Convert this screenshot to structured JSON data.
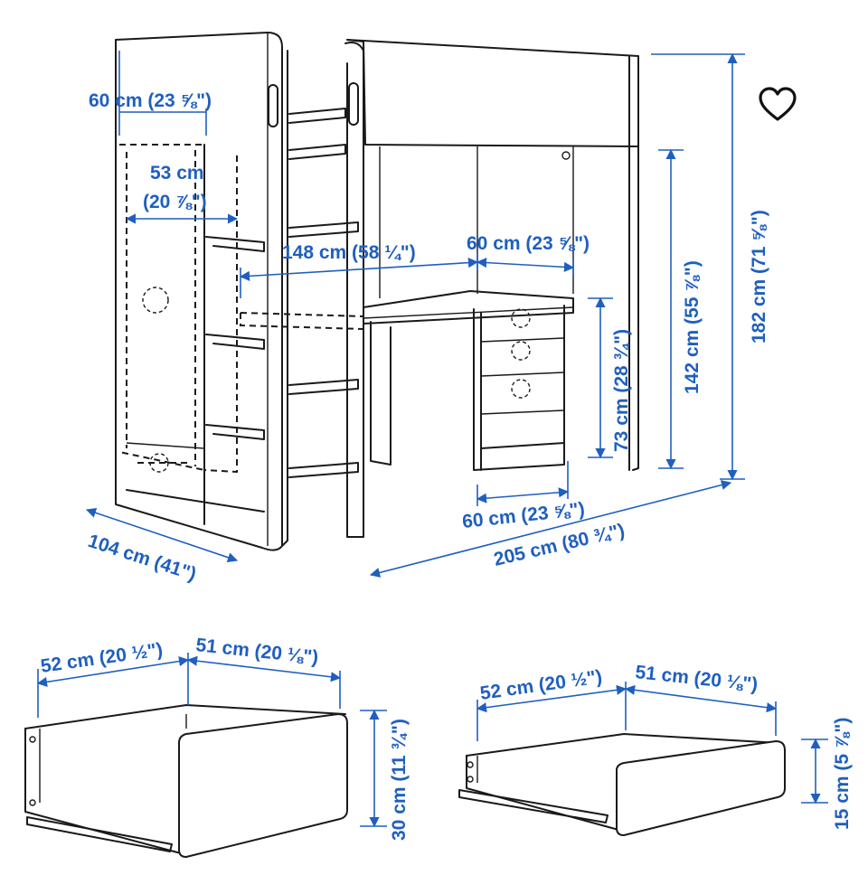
{
  "colors": {
    "dimension": "#1f5fbf",
    "line": "#1a1a1a",
    "background": "#ffffff"
  },
  "icons": {
    "favorite": "heart-outline-icon"
  },
  "bed": {
    "dims": {
      "top_left_width": "60 cm (23 ⅝\")",
      "wardrobe_inner": {
        "line1": "53 cm",
        "line2": "(20 ⅞\")"
      },
      "desk_width": "148 cm (58 ¼\")",
      "drawer_unit_width": "60 cm (23 ⅝\")",
      "under_bed_height": "142 cm (55 ⅞\")",
      "total_height": "182 cm (71 ⅝\")",
      "desk_height": "73 cm (28 ¾\")",
      "drawer_unit_base": "60 cm (23 ⅝\")",
      "depth": "104 cm (41\")",
      "total_length": "205 cm (80 ¾\")"
    }
  },
  "large_drawer": {
    "width": "52 cm (20 ½\")",
    "depth": "51 cm (20 ⅛\")",
    "height": "30 cm (11 ¾\")"
  },
  "small_drawer": {
    "width": "52 cm (20 ½\")",
    "depth": "51 cm (20 ⅛\")",
    "height": "15 cm (5 ⅞\")"
  }
}
